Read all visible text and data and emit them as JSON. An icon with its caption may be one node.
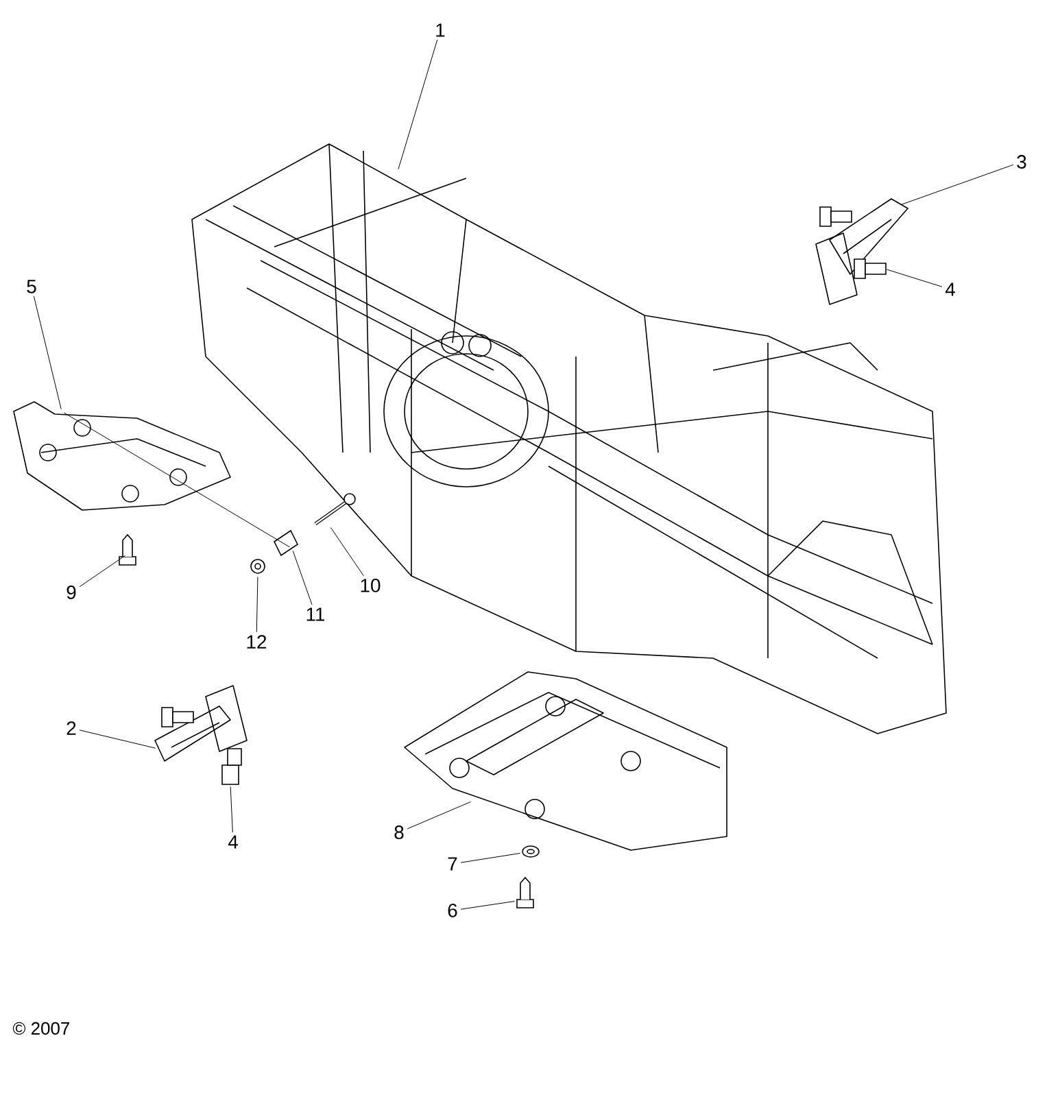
{
  "diagram": {
    "nodes": [
      {
        "text": [
          "1"
        ]
      },
      {
        "text": [
          "3"
        ]
      },
      {
        "text": [
          "4"
        ]
      },
      {
        "text": [
          "5"
        ]
      },
      {
        "text": [
          "9"
        ]
      },
      {
        "text": [
          "10"
        ]
      },
      {
        "text": [
          "11"
        ]
      },
      {
        "text": [
          "12"
        ]
      },
      {
        "text": [
          "2"
        ]
      },
      {
        "text": [
          "4"
        ]
      },
      {
        "text": [
          "8"
        ]
      },
      {
        "text": [
          "7"
        ]
      },
      {
        "text": [
          "6"
        ]
      },
      {
        "text": [],
        "shape": "picture"
      },
      {
        "text": [],
        "shape": "picture"
      },
      {
        "text": [],
        "shape": "picture"
      },
      {
        "text": [],
        "shape": "picture"
      },
      {
        "text": [],
        "shape": "picture"
      },
      {
        "text": [],
        "shape": "picture"
      },
      {
        "text": [],
        "shape": "picture"
      },
      {
        "text": [],
        "shape": "picture"
      },
      {
        "text": [],
        "shape": "picture"
      },
      {
        "text": [],
        "shape": "picture"
      },
      {
        "text": [],
        "shape": "picture"
      },
      {
        "text": [],
        "shape": "picture"
      },
      {
        "text": [],
        "shape": "picture"
      }
    ],
    "edges": [
      {
        "from": 0,
        "to": 13,
        "arrow": "none"
      },
      {
        "from": 1,
        "to": 14,
        "arrow": "none"
      },
      {
        "from": 2,
        "to": 15,
        "arrow": "none"
      },
      {
        "from": 3,
        "to": 16,
        "arrow": "none"
      },
      {
        "from": 4,
        "to": 17,
        "arrow": "none"
      },
      {
        "from": 5,
        "to": 18,
        "arrow": "none"
      },
      {
        "from": 6,
        "to": 19,
        "arrow": "none"
      },
      {
        "from": 7,
        "to": 20,
        "arrow": "none"
      },
      {
        "from": 8,
        "to": 21,
        "arrow": "none"
      },
      {
        "from": 9,
        "to": 22,
        "arrow": "none"
      },
      {
        "from": 10,
        "to": 23,
        "arrow": "none"
      },
      {
        "from": 11,
        "to": 24,
        "arrow": "none"
      },
      {
        "from": 12,
        "to": 25,
        "arrow": "none"
      },
      {
        "from": 16,
        "to": 19,
        "arrow": "none"
      }
    ],
    "labels": [
      "© 2007"
    ]
  }
}
